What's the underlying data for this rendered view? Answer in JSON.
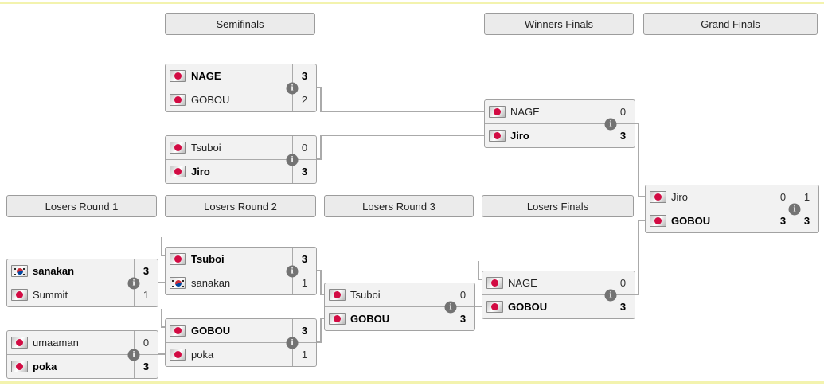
{
  "page": {
    "strip_color": "#f3f3ae",
    "background": "#ffffff",
    "line_color": "#aaaaaa"
  },
  "icons": {
    "info_glyph": "i",
    "flag_japan": "jp",
    "flag_south_korea": "kr"
  },
  "headers": [
    {
      "label": "Semifinals"
    },
    {
      "label": "Winners Finals"
    },
    {
      "label": "Grand Finals"
    },
    {
      "label": "Losers Round 1"
    },
    {
      "label": "Losers Round 2"
    },
    {
      "label": "Losers Round 3"
    },
    {
      "label": "Losers Finals"
    }
  ],
  "matches": {
    "sf1": {
      "players": [
        {
          "name": "NAGE",
          "flag": "jp",
          "scores": [
            "3"
          ],
          "winner": true
        },
        {
          "name": "GOBOU",
          "flag": "jp",
          "scores": [
            "2"
          ],
          "winner": false
        }
      ]
    },
    "sf2": {
      "players": [
        {
          "name": "Tsuboi",
          "flag": "jp",
          "scores": [
            "0"
          ],
          "winner": false
        },
        {
          "name": "Jiro",
          "flag": "jp",
          "scores": [
            "3"
          ],
          "winner": true
        }
      ]
    },
    "wf": {
      "players": [
        {
          "name": "NAGE",
          "flag": "jp",
          "scores": [
            "0"
          ],
          "winner": false
        },
        {
          "name": "Jiro",
          "flag": "jp",
          "scores": [
            "3"
          ],
          "winner": true
        }
      ]
    },
    "gf": {
      "players": [
        {
          "name": "Jiro",
          "flag": "jp",
          "scores": [
            "0",
            "1"
          ],
          "winner": false
        },
        {
          "name": "GOBOU",
          "flag": "jp",
          "scores": [
            "3",
            "3"
          ],
          "winner": true
        }
      ]
    },
    "lr1m1": {
      "players": [
        {
          "name": "sanakan",
          "flag": "kr",
          "scores": [
            "3"
          ],
          "winner": true
        },
        {
          "name": "Summit",
          "flag": "jp",
          "scores": [
            "1"
          ],
          "winner": false
        }
      ]
    },
    "lr1m2": {
      "players": [
        {
          "name": "umaaman",
          "flag": "jp",
          "scores": [
            "0"
          ],
          "winner": false
        },
        {
          "name": "poka",
          "flag": "jp",
          "scores": [
            "3"
          ],
          "winner": true
        }
      ]
    },
    "lr2m1": {
      "players": [
        {
          "name": "Tsuboi",
          "flag": "jp",
          "scores": [
            "3"
          ],
          "winner": true
        },
        {
          "name": "sanakan",
          "flag": "kr",
          "scores": [
            "1"
          ],
          "winner": false
        }
      ]
    },
    "lr2m2": {
      "players": [
        {
          "name": "GOBOU",
          "flag": "jp",
          "scores": [
            "3"
          ],
          "winner": true
        },
        {
          "name": "poka",
          "flag": "jp",
          "scores": [
            "1"
          ],
          "winner": false
        }
      ]
    },
    "lr3": {
      "players": [
        {
          "name": "Tsuboi",
          "flag": "jp",
          "scores": [
            "0"
          ],
          "winner": false
        },
        {
          "name": "GOBOU",
          "flag": "jp",
          "scores": [
            "3"
          ],
          "winner": true
        }
      ]
    },
    "lf": {
      "players": [
        {
          "name": "NAGE",
          "flag": "jp",
          "scores": [
            "0"
          ],
          "winner": false
        },
        {
          "name": "GOBOU",
          "flag": "jp",
          "scores": [
            "3"
          ],
          "winner": true
        }
      ]
    }
  }
}
